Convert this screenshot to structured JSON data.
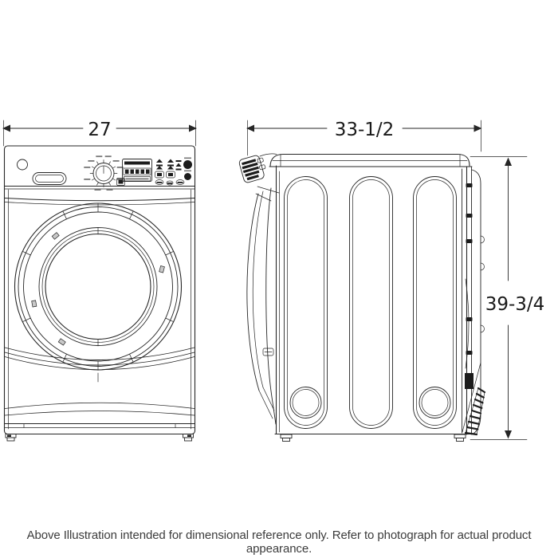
{
  "dimensions": {
    "front_width": "27",
    "depth": "33-1/2",
    "height": "39-3/4"
  },
  "caption": "Above Illustration intended for dimensional reference only. Refer to photograph for actual product appearance.",
  "colors": {
    "line": "#262626",
    "background": "#ffffff",
    "caption_text": "#3c3c3c",
    "panel_dark": "#1c1c1c"
  }
}
